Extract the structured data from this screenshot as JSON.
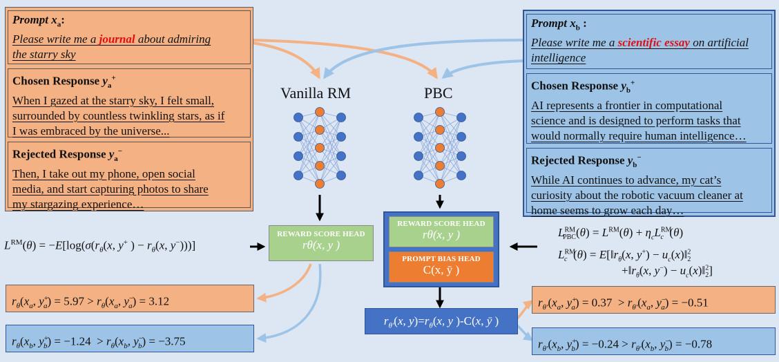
{
  "left_panel": {
    "prompt": {
      "title": "Prompt",
      "title_var": "x",
      "title_sub": "a",
      "title_tail": ":",
      "line1_pre": "Please write me a ",
      "line1_hl": "journal",
      "line1_post": " about admiring",
      "line2": "the starry sky"
    },
    "chosen": {
      "title": "Chosen  Response",
      "var": "y",
      "sub": "a",
      "sup": "+",
      "lines": [
        "When I gazed at the starry sky, I felt small,",
        "surrounded by countless twinkling stars, as if",
        "I was embraced by the universe..."
      ]
    },
    "rejected": {
      "title": "Rejected  Response",
      "var": "y",
      "sub": "a",
      "sup": "−",
      "lines": [
        "Then, I take out my phone, open social",
        "media, and start capturing photos to share",
        "my stargazing experience…"
      ]
    }
  },
  "right_panel": {
    "prompt": {
      "title": "Prompt",
      "title_var": "x",
      "title_sub": "b",
      "title_tail": " :",
      "line1_pre": "Please write me a ",
      "line1_hl": "scientific essay",
      "line1_post": " on artificial",
      "line2": "intelligence"
    },
    "chosen": {
      "title": "Chosen  Response",
      "var": "y",
      "sub": "b",
      "sup": "+",
      "lines": [
        "AI represents a frontier in computational",
        "science and is designed to perform tasks that",
        "would normally require human intelligence…"
      ]
    },
    "rejected": {
      "title": "Rejected  Response",
      "var": "y",
      "sub": "b",
      "sup": "−",
      "lines": [
        "While AI continues to advance, my cat’s",
        "curiosity about the robotic vacuum cleaner at",
        "home seems to grow each day…"
      ]
    }
  },
  "models": {
    "vanilla_label": "Vanilla RM",
    "pbc_label": "PBC"
  },
  "heads": {
    "reward_title": "REWARD SCORE HEAD",
    "reward_formula": "rθ(x, y )",
    "bias_title": "PROMPT BIAS HEAD",
    "bias_formula": "C(x, ȳ )"
  },
  "equations": {
    "loss_rm": "L^RM(θ) = −E[log(σ(rθ(x, y⁺ ) − rθ(x, y⁻)))]",
    "loss_pbc": "L^RM_PBC(θ) = L^RM(θ) + ηc Lc^RM(θ)",
    "loss_c_1": "Lc^RM(θ) = E[‖rθ(x, y⁺) − uc(x)‖²₂",
    "loss_c_2": "+‖rθ(x, y⁻) − uc(x)‖²₂]",
    "pbc_output": "rθ′(x, y)=rθ(x, y )-C(x, ȳ )"
  },
  "results": {
    "vanilla_a": "rθ(xa, ya⁺) = 5.97 > rθ(xa, ya⁻) = 3.12",
    "vanilla_b": "rθ(xb, yb⁺) = −1.24  > rθ(xb, yb⁻) = −3.75",
    "pbc_a": "rθ′(xa, ya⁺) = 0.37  > rθ′(xa, ya⁻) = −0.51",
    "pbc_b": "rθ′(xb, yb⁺) = −0.24 > rθ′(xb, yb⁻) = −0.78"
  },
  "colors": {
    "orange_box": "#f4b183",
    "blue_box": "#9dc3e6",
    "green_head": "#a9d18e",
    "orange_head": "#ed7d31",
    "pbc_frame": "#4472c4",
    "result_blue": "#4472c4",
    "node_orange": "#ed7d31",
    "node_blue": "#4472c4",
    "arrow_orange": "#f4b183",
    "arrow_blue": "#9dc3e6",
    "highlight_red": "#e01010"
  }
}
